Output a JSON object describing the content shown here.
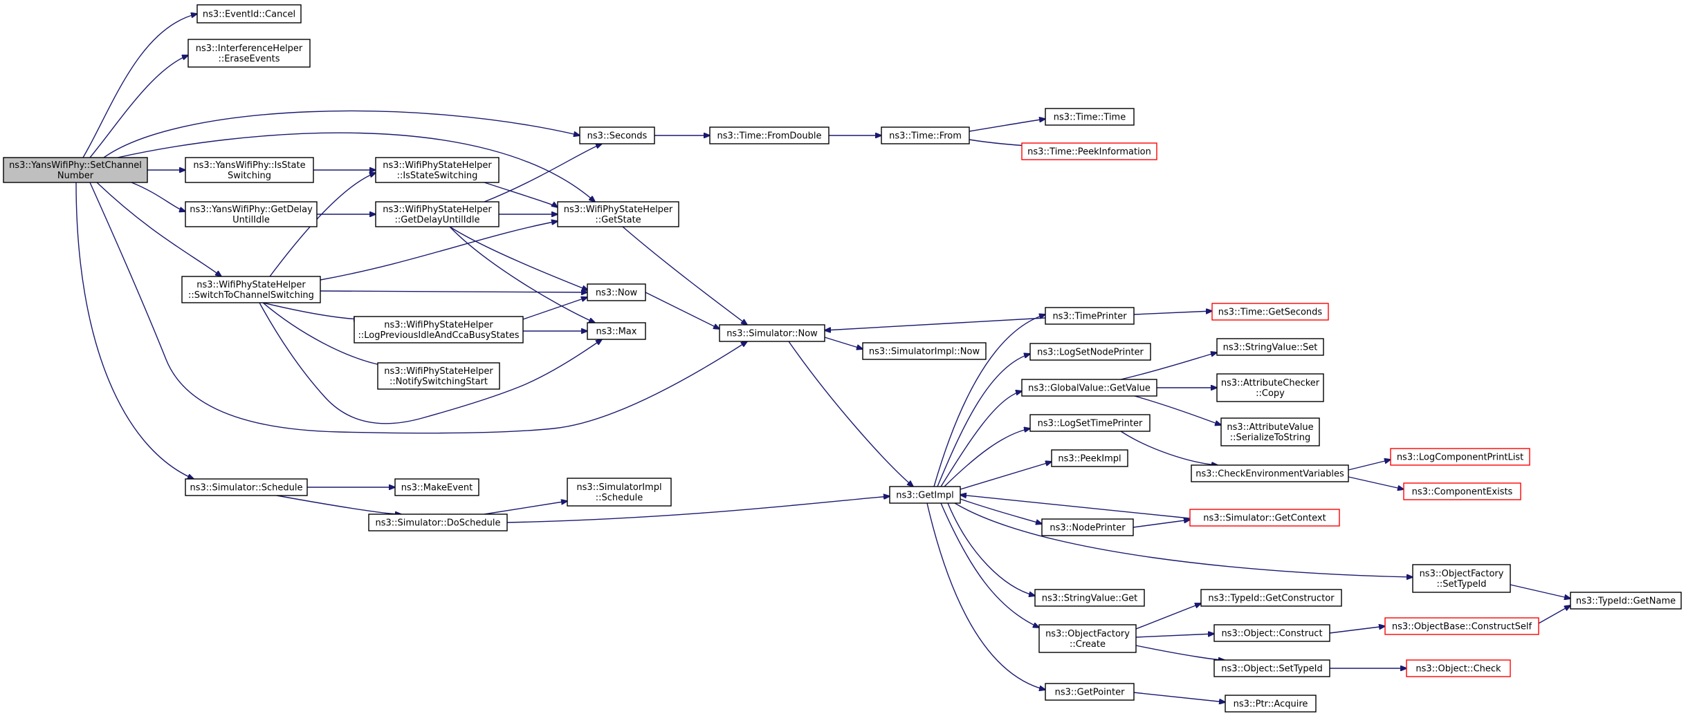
{
  "colors": {
    "edge": "#191970",
    "root_fill": "#bfbfbf",
    "node_border": "#000000",
    "truncated_border": "#ff0000"
  },
  "nodes": [
    {
      "id": "root",
      "lines": [
        "ns3::YansWifiPhy::SetChannel",
        "Number"
      ],
      "style": "root"
    },
    {
      "id": "cancel",
      "lines": [
        "ns3::EventId::Cancel"
      ]
    },
    {
      "id": "erase",
      "lines": [
        "ns3::InterferenceHelper",
        "::EraseEvents"
      ]
    },
    {
      "id": "isstate",
      "lines": [
        "ns3::YansWifiPhy::IsState",
        "Switching"
      ]
    },
    {
      "id": "getdelay",
      "lines": [
        "ns3::YansWifiPhy::GetDelay",
        "UntilIdle"
      ]
    },
    {
      "id": "switchto",
      "lines": [
        "ns3::WifiPhyStateHelper",
        "::SwitchToChannelSwitching"
      ]
    },
    {
      "id": "schedule",
      "lines": [
        "ns3::Simulator::Schedule"
      ]
    },
    {
      "id": "wsh_isstate",
      "lines": [
        "ns3::WifiPhyStateHelper",
        "::IsStateSwitching"
      ]
    },
    {
      "id": "wsh_getdelay",
      "lines": [
        "ns3::WifiPhyStateHelper",
        "::GetDelayUntilIdle"
      ]
    },
    {
      "id": "logprev",
      "lines": [
        "ns3::WifiPhyStateHelper",
        "::LogPreviousIdleAndCcaBusyStates"
      ]
    },
    {
      "id": "notify",
      "lines": [
        "ns3::WifiPhyStateHelper",
        "::NotifySwitchingStart"
      ]
    },
    {
      "id": "makeevent",
      "lines": [
        "ns3::MakeEvent"
      ]
    },
    {
      "id": "doschedule",
      "lines": [
        "ns3::Simulator::DoSchedule"
      ]
    },
    {
      "id": "seconds",
      "lines": [
        "ns3::Seconds"
      ]
    },
    {
      "id": "getstate",
      "lines": [
        "ns3::WifiPhyStateHelper",
        "::GetState"
      ]
    },
    {
      "id": "now",
      "lines": [
        "ns3::Now"
      ]
    },
    {
      "id": "max",
      "lines": [
        "ns3::Max"
      ]
    },
    {
      "id": "implsched",
      "lines": [
        "ns3::SimulatorImpl",
        "::Schedule"
      ]
    },
    {
      "id": "fromdouble",
      "lines": [
        "ns3::Time::FromDouble"
      ]
    },
    {
      "id": "simnow",
      "lines": [
        "ns3::Simulator::Now"
      ]
    },
    {
      "id": "implnow",
      "lines": [
        "ns3::SimulatorImpl::Now"
      ]
    },
    {
      "id": "timefrom",
      "lines": [
        "ns3::Time::From"
      ]
    },
    {
      "id": "getimpl",
      "lines": [
        "ns3::GetImpl"
      ]
    },
    {
      "id": "timetime",
      "lines": [
        "ns3::Time::Time"
      ]
    },
    {
      "id": "peekinfo",
      "lines": [
        "ns3::Time::PeekInformation"
      ],
      "style": "red"
    },
    {
      "id": "timeprinter",
      "lines": [
        "ns3::TimePrinter"
      ]
    },
    {
      "id": "lognodeprinter",
      "lines": [
        "ns3::LogSetNodePrinter"
      ]
    },
    {
      "id": "gvget",
      "lines": [
        "ns3::GlobalValue::GetValue"
      ]
    },
    {
      "id": "logtimeprinter",
      "lines": [
        "ns3::LogSetTimePrinter"
      ]
    },
    {
      "id": "peekimpl",
      "lines": [
        "ns3::PeekImpl"
      ]
    },
    {
      "id": "nodeprinter",
      "lines": [
        "ns3::NodePrinter"
      ]
    },
    {
      "id": "svget",
      "lines": [
        "ns3::StringValue::Get"
      ]
    },
    {
      "id": "ofcreate",
      "lines": [
        "ns3::ObjectFactory",
        "::Create"
      ]
    },
    {
      "id": "getpointer",
      "lines": [
        "ns3::GetPointer"
      ]
    },
    {
      "id": "getseconds",
      "lines": [
        "ns3::Time::GetSeconds"
      ],
      "style": "red"
    },
    {
      "id": "svset",
      "lines": [
        "ns3::StringValue::Set"
      ]
    },
    {
      "id": "accopy",
      "lines": [
        "ns3::AttributeChecker",
        "::Copy"
      ]
    },
    {
      "id": "avser",
      "lines": [
        "ns3::AttributeValue",
        "::SerializeToString"
      ]
    },
    {
      "id": "checkenv",
      "lines": [
        "ns3::CheckEnvironmentVariables"
      ]
    },
    {
      "id": "getcontext",
      "lines": [
        "ns3::Simulator::GetContext"
      ],
      "style": "red"
    },
    {
      "id": "ofsettype",
      "lines": [
        "ns3::ObjectFactory",
        "::SetTypeId"
      ]
    },
    {
      "id": "getctor",
      "lines": [
        "ns3::TypeId::GetConstructor"
      ]
    },
    {
      "id": "objconstruct",
      "lines": [
        "ns3::Object::Construct"
      ]
    },
    {
      "id": "objsettype",
      "lines": [
        "ns3::Object::SetTypeId"
      ]
    },
    {
      "id": "ptracquire",
      "lines": [
        "ns3::Ptr::Acquire"
      ]
    },
    {
      "id": "logcomplist",
      "lines": [
        "ns3::LogComponentPrintList"
      ],
      "style": "red"
    },
    {
      "id": "compexists",
      "lines": [
        "ns3::ComponentExists"
      ],
      "style": "red"
    },
    {
      "id": "getname",
      "lines": [
        "ns3::TypeId::GetName"
      ]
    },
    {
      "id": "constructself",
      "lines": [
        "ns3::ObjectBase::ConstructSelf"
      ],
      "style": "red"
    },
    {
      "id": "objcheck",
      "lines": [
        "ns3::Object::Check"
      ],
      "style": "red"
    }
  ]
}
